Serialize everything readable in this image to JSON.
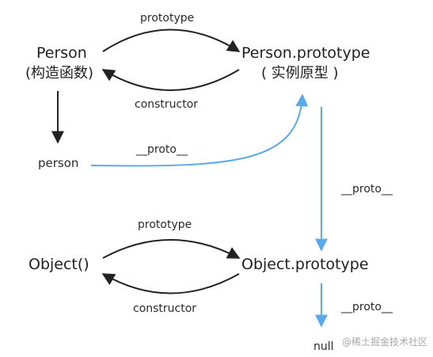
{
  "nodes": {
    "person_ctor": {
      "name": "Person",
      "sub": "(构造函数)"
    },
    "person_proto": {
      "name": "Person.prototype",
      "sub": "( 实例原型 )"
    },
    "person_instance": "person",
    "object_ctor": "Object()",
    "object_proto": "Object.prototype",
    "null": "null"
  },
  "edges": {
    "prototype_top": "prototype",
    "constructor_top": "constructor",
    "proto_person": "__proto__",
    "proto_chain": "__proto__",
    "prototype_bottom": "prototype",
    "constructor_bottom": "constructor",
    "proto_null": "__proto__"
  },
  "watermark": "@稀土掘金技术社区",
  "colors": {
    "black_arrow": "#222222",
    "blue_arrow": "#5aa9ea",
    "text": "#1f1f1f"
  }
}
